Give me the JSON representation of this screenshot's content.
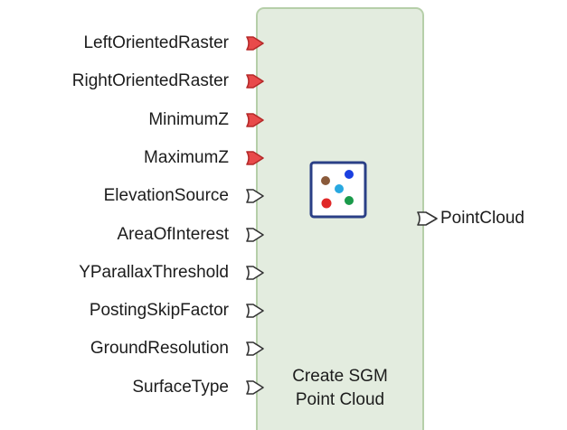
{
  "node": {
    "title_line1": "Create SGM",
    "title_line2": "Point Cloud",
    "icon": "point-cloud-icon",
    "colors": {
      "body": "#e3ecdf",
      "border": "#b6cfa9",
      "required_port": "#e84a4a",
      "optional_port": "#ffffff"
    }
  },
  "inputs": [
    {
      "label": "LeftOrientedRaster",
      "required": true
    },
    {
      "label": "RightOrientedRaster",
      "required": true
    },
    {
      "label": "MinimumZ",
      "required": true
    },
    {
      "label": "MaximumZ",
      "required": true
    },
    {
      "label": "ElevationSource",
      "required": false
    },
    {
      "label": "AreaOfInterest",
      "required": false
    },
    {
      "label": "YParallaxThreshold",
      "required": false
    },
    {
      "label": "PostingSkipFactor",
      "required": false
    },
    {
      "label": "GroundResolution",
      "required": false
    },
    {
      "label": "SurfaceType",
      "required": false
    }
  ],
  "outputs": [
    {
      "label": "PointCloud",
      "required": false
    }
  ]
}
